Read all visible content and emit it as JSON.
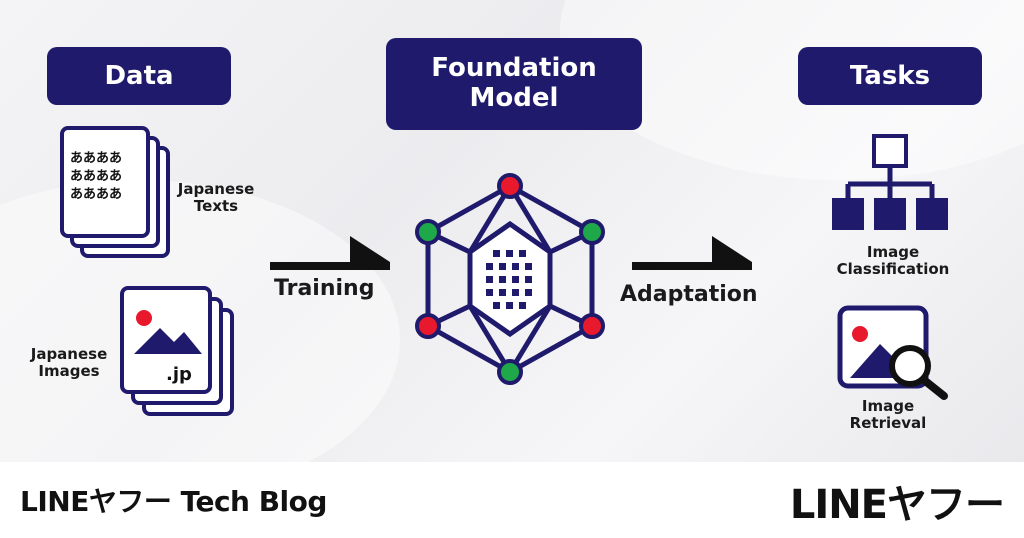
{
  "headers": {
    "data": "Data",
    "model_line1": "Foundation",
    "model_line2": "Model",
    "tasks": "Tasks"
  },
  "data_items": {
    "texts_label_line1": "Japanese",
    "texts_label_line2": "Texts",
    "doc_text": "ああああ",
    "images_label_line1": "Japanese",
    "images_label_line2": "Images",
    "image_ext": ".jp"
  },
  "arrows": {
    "training": "Training",
    "adaptation": "Adaptation"
  },
  "tasks": {
    "classification_line1": "Image",
    "classification_line2": "Classification",
    "retrieval_line1": "Image",
    "retrieval_line2": "Retrieval"
  },
  "footer": {
    "left": "LINEヤフー Tech Blog",
    "right": "LINEヤフー"
  },
  "colors": {
    "navy": "#1f1a6b",
    "red_node": "#e8192c",
    "green_node": "#1ea84a"
  }
}
